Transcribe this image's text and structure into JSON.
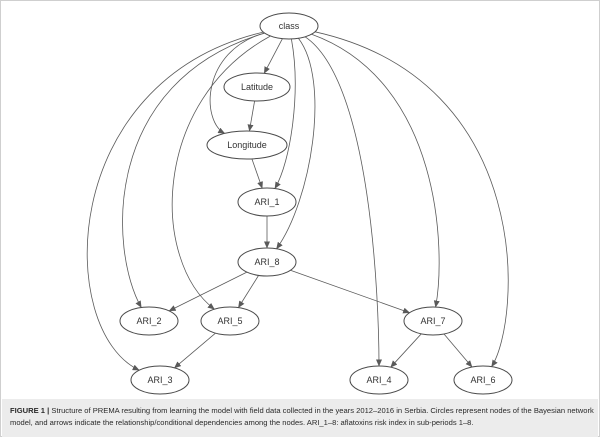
{
  "diagram": {
    "nodes": [
      {
        "id": "class",
        "label": "class"
      },
      {
        "id": "Latitude",
        "label": "Latitude"
      },
      {
        "id": "Longitude",
        "label": "Longitude"
      },
      {
        "id": "ARI_1",
        "label": "ARI_1"
      },
      {
        "id": "ARI_8",
        "label": "ARI_8"
      },
      {
        "id": "ARI_2",
        "label": "ARI_2"
      },
      {
        "id": "ARI_5",
        "label": "ARI_5"
      },
      {
        "id": "ARI_7",
        "label": "ARI_7"
      },
      {
        "id": "ARI_3",
        "label": "ARI_3"
      },
      {
        "id": "ARI_4",
        "label": "ARI_4"
      },
      {
        "id": "ARI_6",
        "label": "ARI_6"
      }
    ],
    "edges": [
      {
        "from": "class",
        "to": "Latitude"
      },
      {
        "from": "class",
        "to": "Longitude"
      },
      {
        "from": "class",
        "to": "ARI_1"
      },
      {
        "from": "class",
        "to": "ARI_8"
      },
      {
        "from": "class",
        "to": "ARI_2"
      },
      {
        "from": "class",
        "to": "ARI_5"
      },
      {
        "from": "class",
        "to": "ARI_3"
      },
      {
        "from": "class",
        "to": "ARI_7"
      },
      {
        "from": "class",
        "to": "ARI_4"
      },
      {
        "from": "class",
        "to": "ARI_6"
      },
      {
        "from": "Latitude",
        "to": "Longitude"
      },
      {
        "from": "Longitude",
        "to": "ARI_1"
      },
      {
        "from": "ARI_1",
        "to": "ARI_8"
      },
      {
        "from": "ARI_8",
        "to": "ARI_2"
      },
      {
        "from": "ARI_8",
        "to": "ARI_5"
      },
      {
        "from": "ARI_8",
        "to": "ARI_7"
      },
      {
        "from": "ARI_5",
        "to": "ARI_3"
      },
      {
        "from": "ARI_7",
        "to": "ARI_4"
      },
      {
        "from": "ARI_7",
        "to": "ARI_6"
      }
    ]
  },
  "caption": {
    "label": "FIGURE 1 |",
    "text": " Structure of PREMA resulting from learning the model with field data collected in the years 2012–2016 in Serbia. Circles represent nodes of the Bayesian network model, and arrows indicate the relationship/conditional dependencies among the nodes. ARI_1–8: aflatoxins risk index in sub-periods 1–8."
  },
  "colors": {
    "node_stroke": "#4a4a4a",
    "edge": "#5a5a5a",
    "caption_band": "#ececec"
  }
}
